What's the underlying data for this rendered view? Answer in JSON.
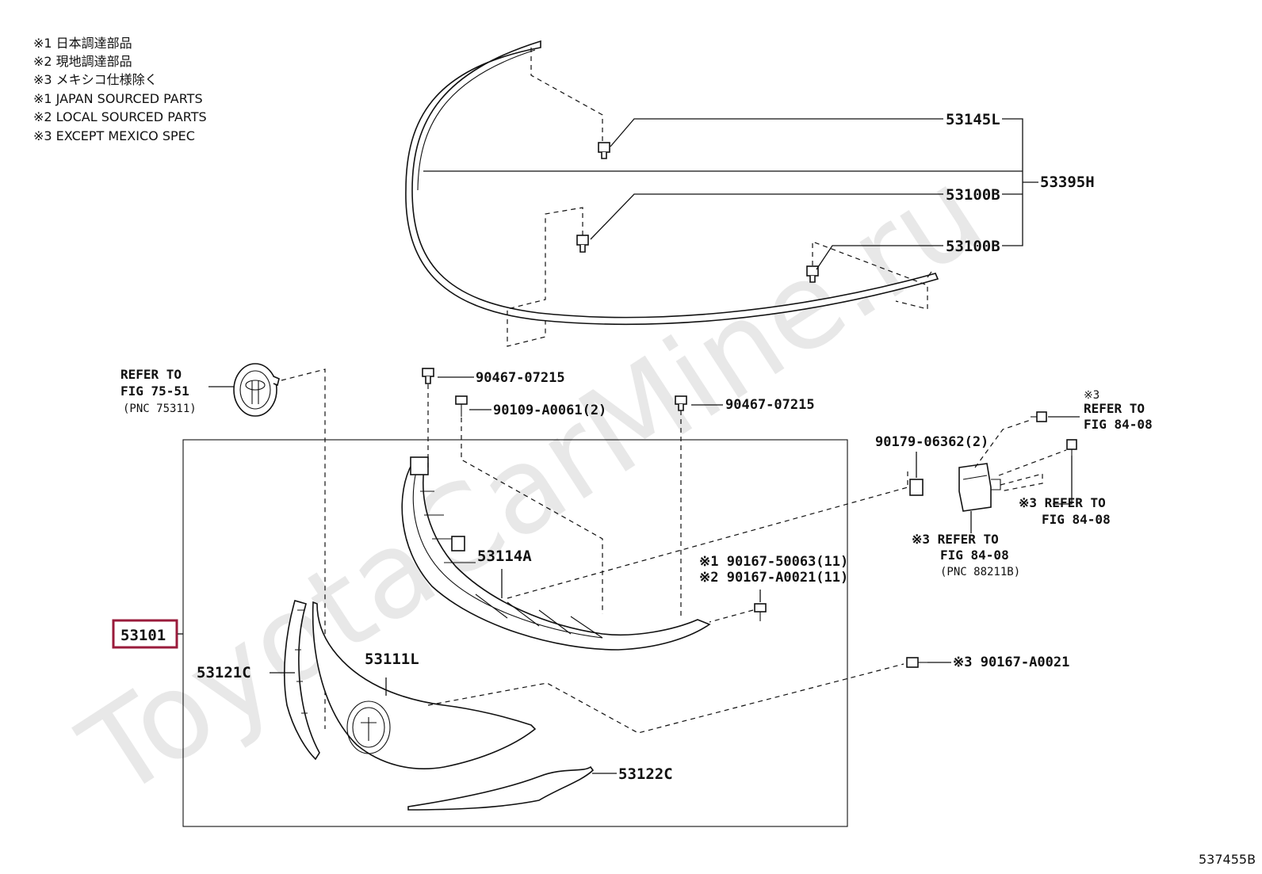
{
  "notes": [
    "※1 日本調達部品",
    "※2 現地調達部品",
    "※3 メキシコ仕様除く",
    "※1 JAPAN SOURCED PARTS",
    "※2 LOCAL SOURCED PARTS",
    "※3 EXCEPT MEXICO SPEC"
  ],
  "watermark": "ToyotaCarMine.ru",
  "highlight_color": "#9a1b3b",
  "parts": {
    "p53145L": "53145L",
    "p53395H": "53395H",
    "p53100B_1": "53100B",
    "p53100B_2": "53100B",
    "p90467_1": "90467-07215",
    "p90109": "90109-A0061(2)",
    "p90467_2": "90467-07215",
    "p90179": "90179-06362(2)",
    "p53114A": "53114A",
    "p90167_1": "※1 90167-50063(11)",
    "p90167_2": "※2 90167-A0021(11)",
    "p53101": "53101",
    "p53121C": "53121C",
    "p53111L": "53111L",
    "p90167_3": "※3 90167-A0021",
    "p53122C": "53122C"
  },
  "refs": {
    "emblem": [
      "REFER TO",
      "FIG 75-51",
      "(PNC 75311)"
    ],
    "sensor_top": [
      "※3",
      "REFER TO",
      "FIG 84-08"
    ],
    "sensor_right": [
      "※3 REFER TO",
      "FIG 84-08"
    ],
    "sensor_bottom": [
      "※3 REFER TO",
      "FIG 84-08",
      "(PNC 88211B)"
    ]
  },
  "figure_id": "537455B"
}
